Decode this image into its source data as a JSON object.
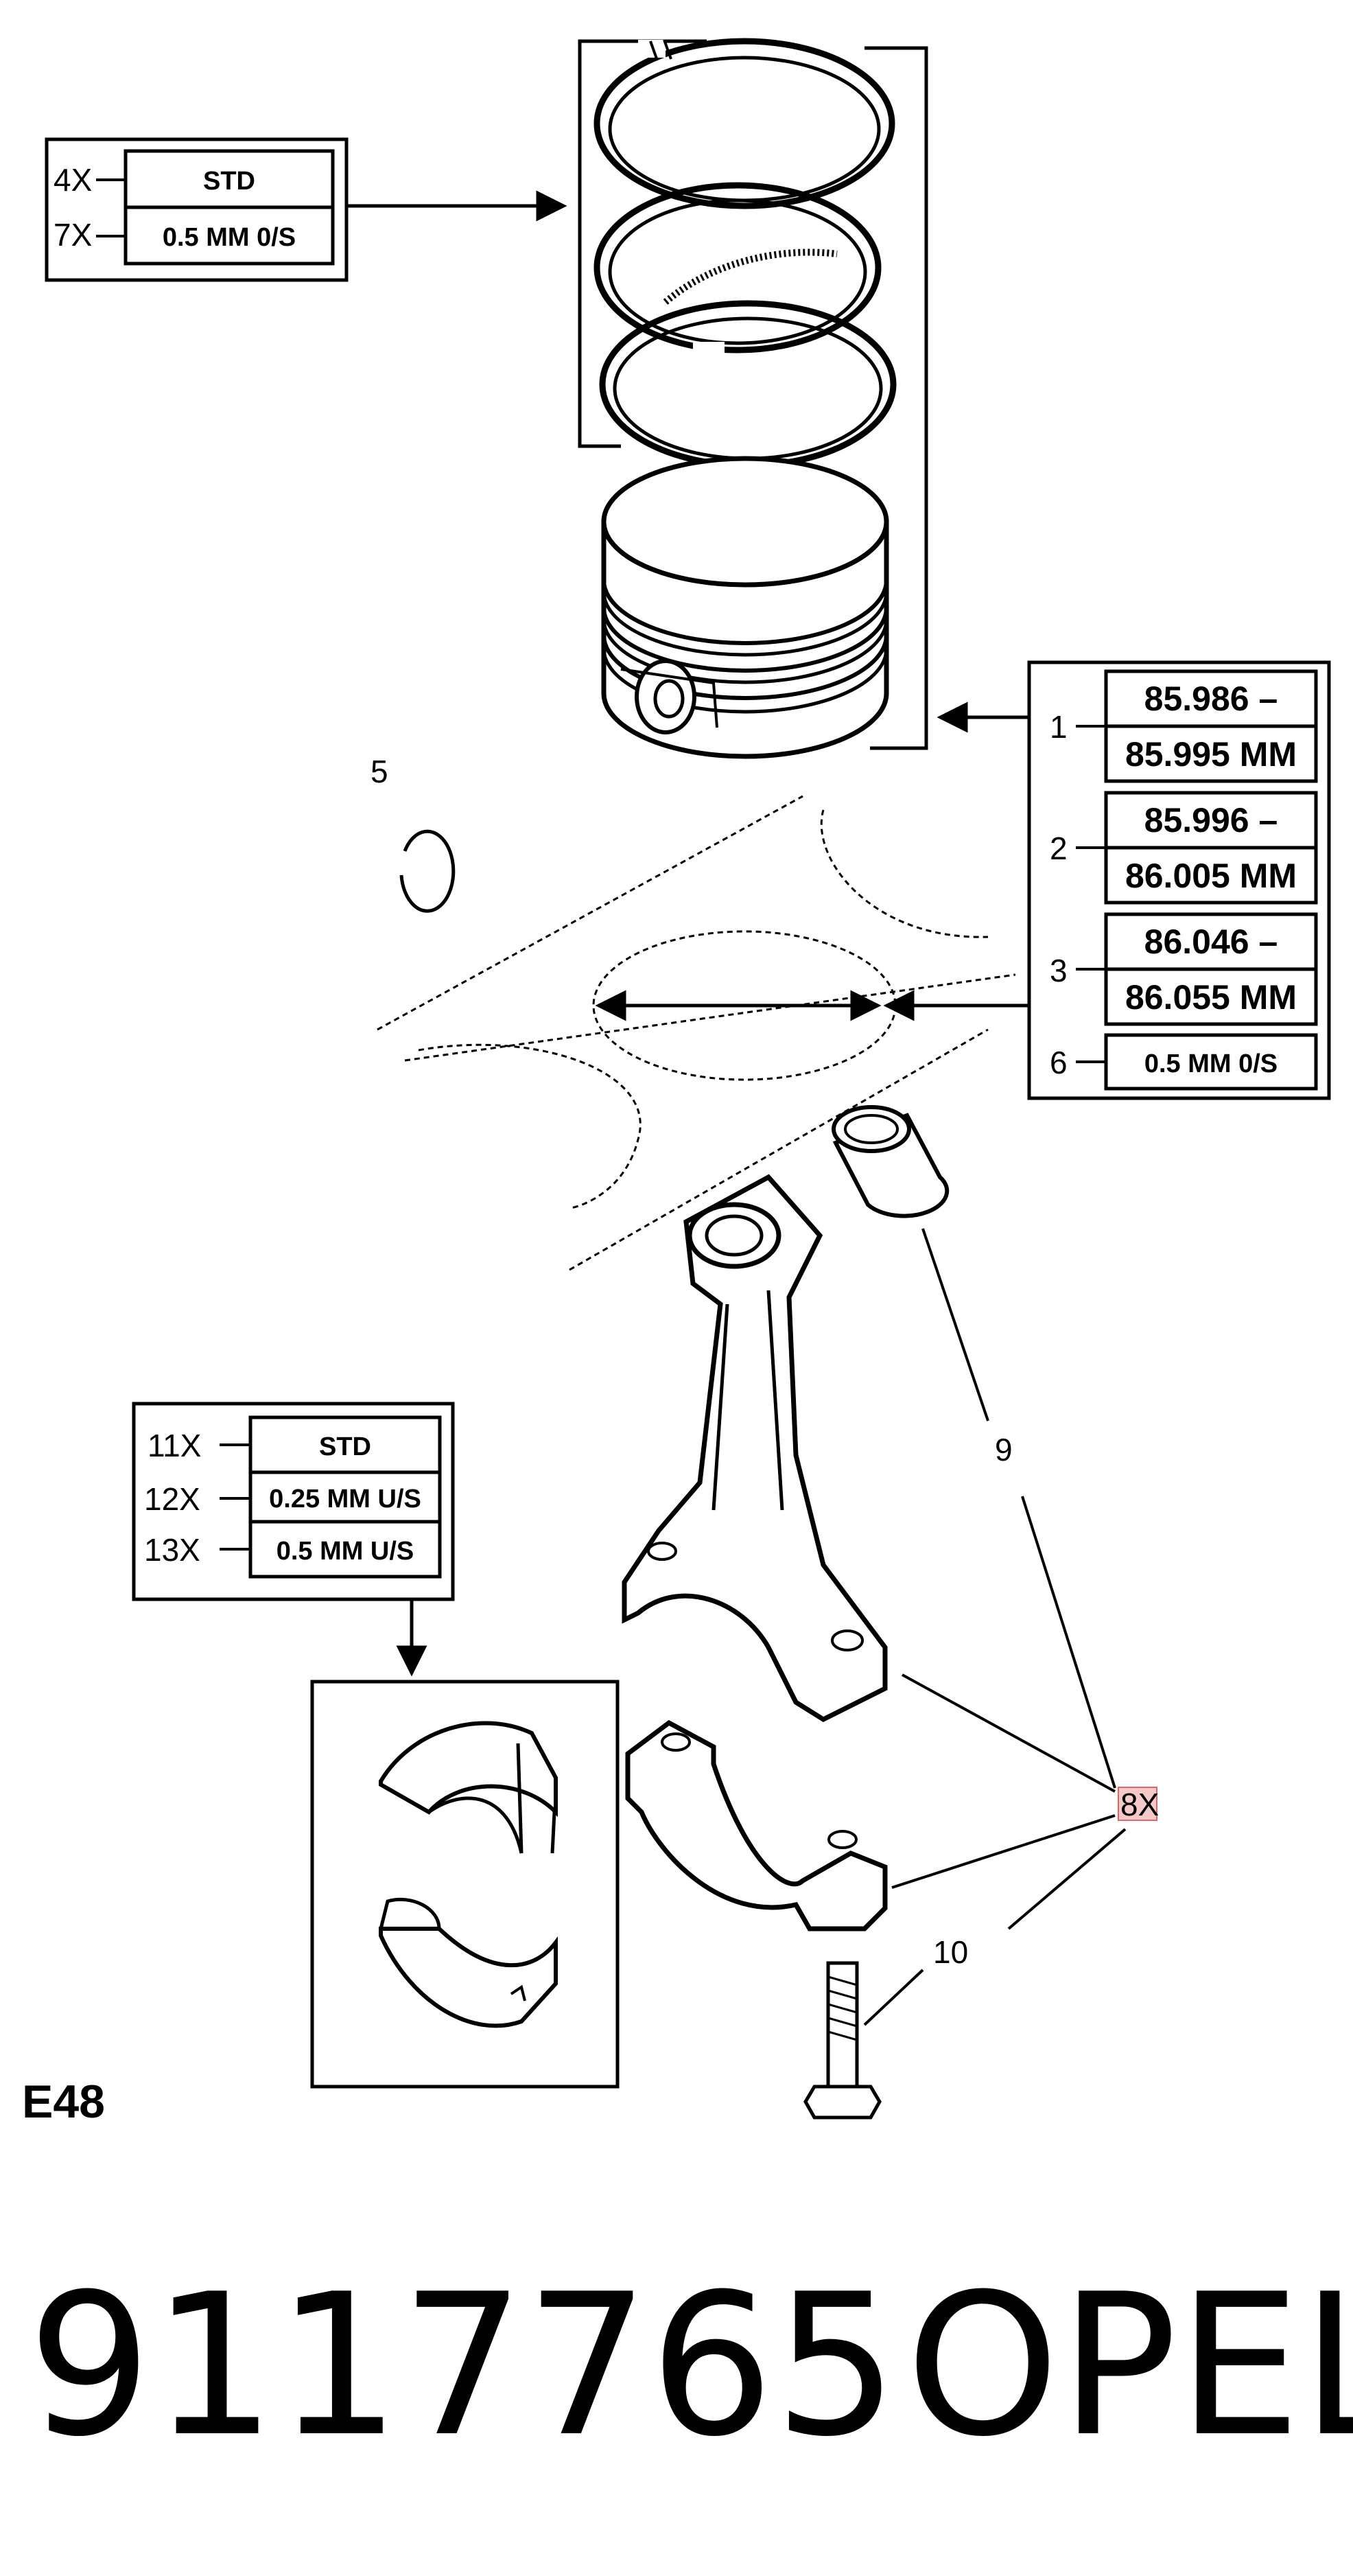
{
  "rings_table": {
    "rows": [
      {
        "qty": "4X",
        "label": "STD"
      },
      {
        "qty": "7X",
        "label": "0.5 MM 0/S"
      }
    ]
  },
  "bore_table": {
    "rows": [
      {
        "ref": "1",
        "lines": [
          "85.986 –",
          "85.995 MM"
        ]
      },
      {
        "ref": "2",
        "lines": [
          "85.996 –",
          "86.005 MM"
        ]
      },
      {
        "ref": "3",
        "lines": [
          "86.046 –",
          "86.055 MM"
        ]
      },
      {
        "ref": "6",
        "lines": [
          "0.5 MM 0/S"
        ]
      }
    ]
  },
  "bearing_table": {
    "rows": [
      {
        "qty": "11X",
        "label": "STD"
      },
      {
        "qty": "12X",
        "label": "0.25 MM U/S"
      },
      {
        "qty": "13X",
        "label": "0.5 MM U/S"
      }
    ]
  },
  "callouts": {
    "circlip": "5",
    "bushing": "9",
    "rod_set": "8X",
    "bolt": "10"
  },
  "diagram_code": "E48",
  "part_number": "9117765",
  "brand": "OPEL",
  "colors": {
    "line": "#000000",
    "highlight_fill": "#f6c9c9",
    "highlight_stroke": "#e06666"
  }
}
